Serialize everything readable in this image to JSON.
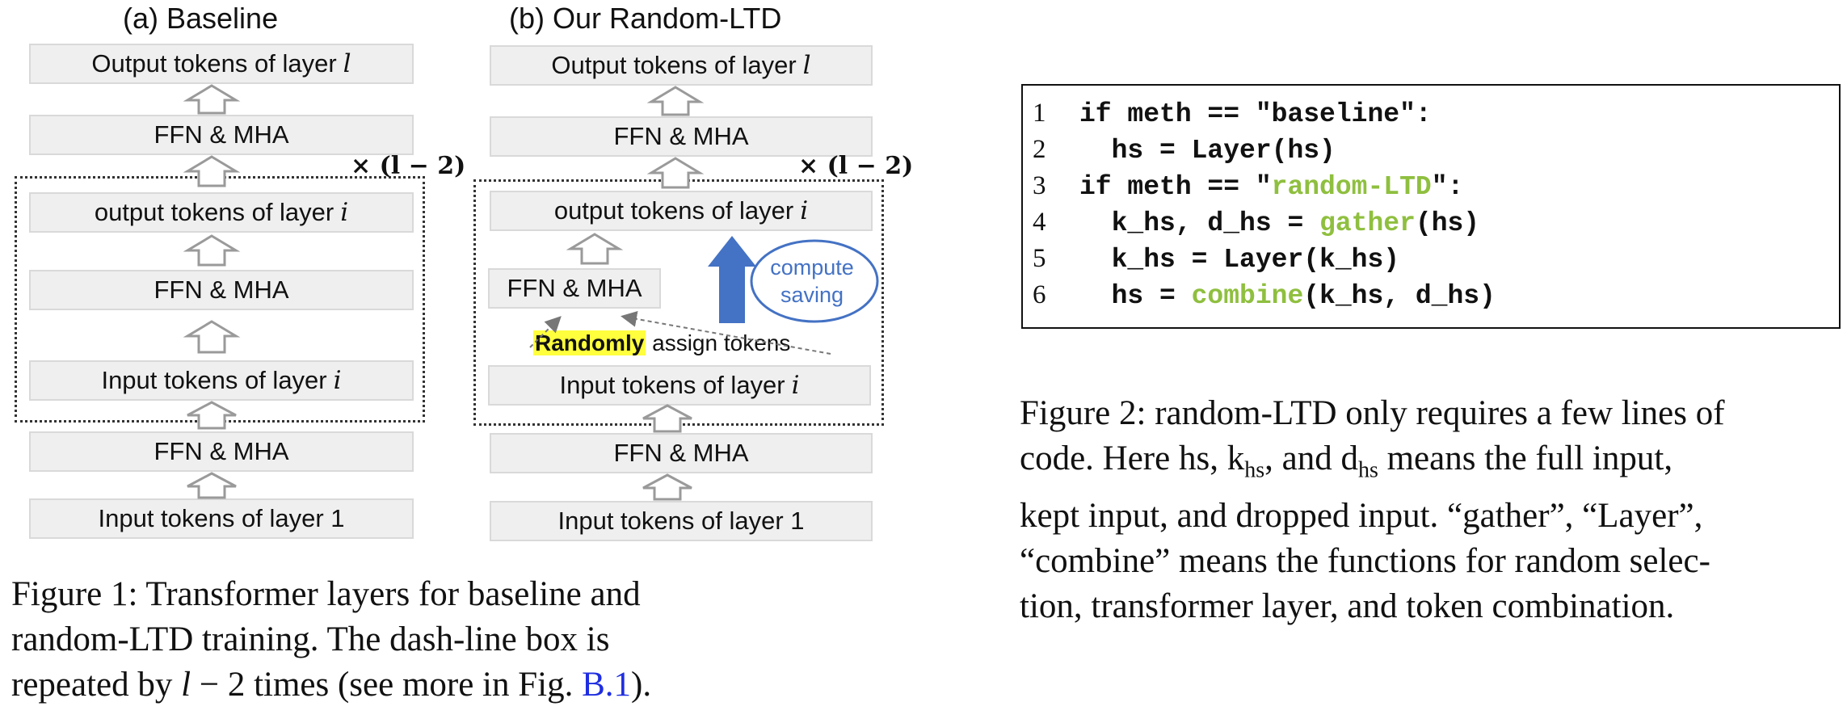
{
  "colors": {
    "box_fill": "#efefef",
    "highlight": "#ffff3d",
    "accent_green": "#8fbf3f",
    "arrow_blue": "#4472c4",
    "ref_blue": "#1f2ee0"
  },
  "panel_a": {
    "title": "(a) Baseline",
    "output_l": "Output tokens of layer",
    "ffn1": "FFN & MHA",
    "times": "× (l − 2)",
    "output_i": "output tokens of layer",
    "ffn2": "FFN & MHA",
    "input_i": "Input tokens of layer",
    "ffn3": "FFN & MHA",
    "input_1": "Input tokens of layer 1",
    "var_l": "l",
    "var_i": "i"
  },
  "panel_b": {
    "title": "(b) Our Random-LTD",
    "output_l": "Output tokens of layer",
    "ffn1": "FFN & MHA",
    "times": "× (l − 2)",
    "output_i": "output tokens of layer",
    "ffn2": "FFN & MHA",
    "compute_saving_1": "compute",
    "compute_saving_2": "saving",
    "randomly": "Randomly",
    "assign_tokens": "assign tokens",
    "input_i": "Input tokens of layer",
    "ffn3": "FFN & MHA",
    "input_1": "Input tokens of layer 1",
    "var_l": "l",
    "var_i": "i"
  },
  "figure1_caption": {
    "line1": "Figure 1: Transformer layers for baseline and",
    "line2": "random-LTD training. The dash-line box is",
    "line3_a": "repeated by ",
    "line3_math": "l",
    "line3_b": " − 2 times (see more in Fig. ",
    "line3_ref": "B.1",
    "line3_c": ")."
  },
  "code": {
    "lines": [
      {
        "num": "1",
        "text": "if meth == \"baseline\":"
      },
      {
        "num": "2",
        "text": "  hs = Layer(hs)"
      },
      {
        "num": "3",
        "pre": "if meth == \"",
        "kw": "random-LTD",
        "post": "\":"
      },
      {
        "num": "4",
        "pre": "  k_hs, d_hs = ",
        "kw": "gather",
        "post": "(hs)"
      },
      {
        "num": "5",
        "text": "  k_hs = Layer(k_hs)"
      },
      {
        "num": "6",
        "pre": "  hs = ",
        "kw": "combine",
        "post": "(k_hs, d_hs)"
      }
    ]
  },
  "figure2_caption": {
    "line1": "Figure 2: random-LTD only requires a few lines of",
    "line2_a": "code. Here hs, k",
    "line2_sub1": "hs",
    "line2_b": ", and d",
    "line2_sub2": "hs",
    "line2_c": " means the full input,",
    "line3": "kept input, and dropped input. “gather”, “Layer”,",
    "line4": "“combine” means the functions for random selec-",
    "line5": "tion, transformer layer, and token combination."
  }
}
